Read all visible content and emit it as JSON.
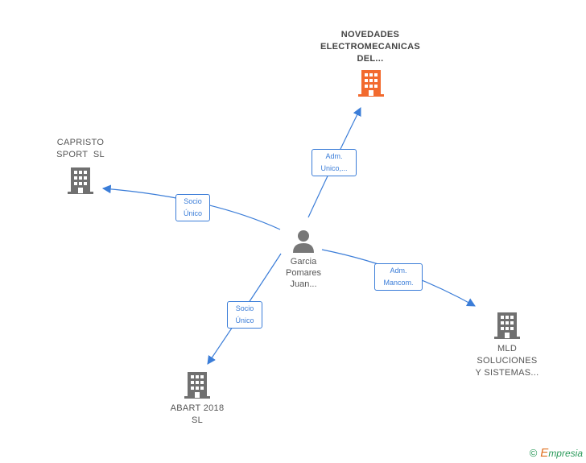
{
  "center": {
    "label_lines": [
      "Garcia",
      "Pomares",
      "Juan..."
    ],
    "icon": "person-icon"
  },
  "companies": {
    "novedades": {
      "label_lines": [
        "NOVEDADES",
        "ELECTROMECANICAS",
        "DEL..."
      ],
      "icon": "building-icon",
      "color": "#f26a2e"
    },
    "capristo": {
      "label_lines": [
        "CAPRISTO",
        "SPORT  SL"
      ],
      "icon": "building-icon",
      "color": "#707070"
    },
    "mld": {
      "label_lines": [
        "MLD",
        "SOLUCIONES",
        "Y SISTEMAS..."
      ],
      "icon": "building-icon",
      "color": "#707070"
    },
    "abart": {
      "label_lines": [
        "ABART 2018",
        "SL"
      ],
      "icon": "building-icon",
      "color": "#707070"
    }
  },
  "relations": {
    "novedades": [
      "Adm.",
      "Unico,..."
    ],
    "capristo": [
      "Socio",
      "Único"
    ],
    "mld": [
      "Adm.",
      "Mancom."
    ],
    "abart": [
      "Socio",
      "Único"
    ]
  },
  "footer": {
    "copyright_symbol": "©",
    "brand_initial": "E",
    "brand_rest": "mpresia"
  },
  "colors": {
    "edge": "#3b7dd8",
    "accent": "#f26a2e",
    "building": "#707070",
    "person": "#777777"
  }
}
